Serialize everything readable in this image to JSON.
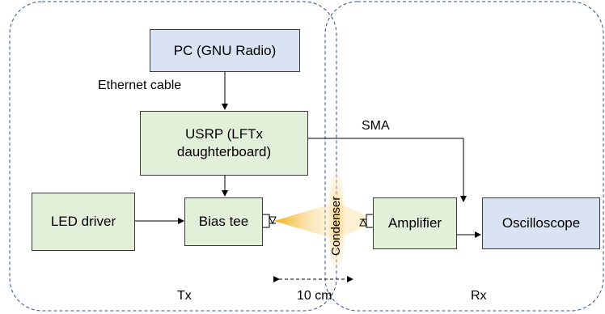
{
  "diagram": {
    "blocks": {
      "pc": "PC (GNU Radio)",
      "usrp_line1": "USRP (LFTx",
      "usrp_line2": "daughterboard)",
      "led_driver": "LED driver",
      "bias_tee": "Bias tee",
      "amplifier": "Amplifier",
      "oscilloscope": "Oscilloscope"
    },
    "labels": {
      "ethernet": "Ethernet cable",
      "sma": "SMA",
      "condenser": "Condenser",
      "distance": "10 cm",
      "tx": "Tx",
      "rx": "Rx"
    }
  }
}
